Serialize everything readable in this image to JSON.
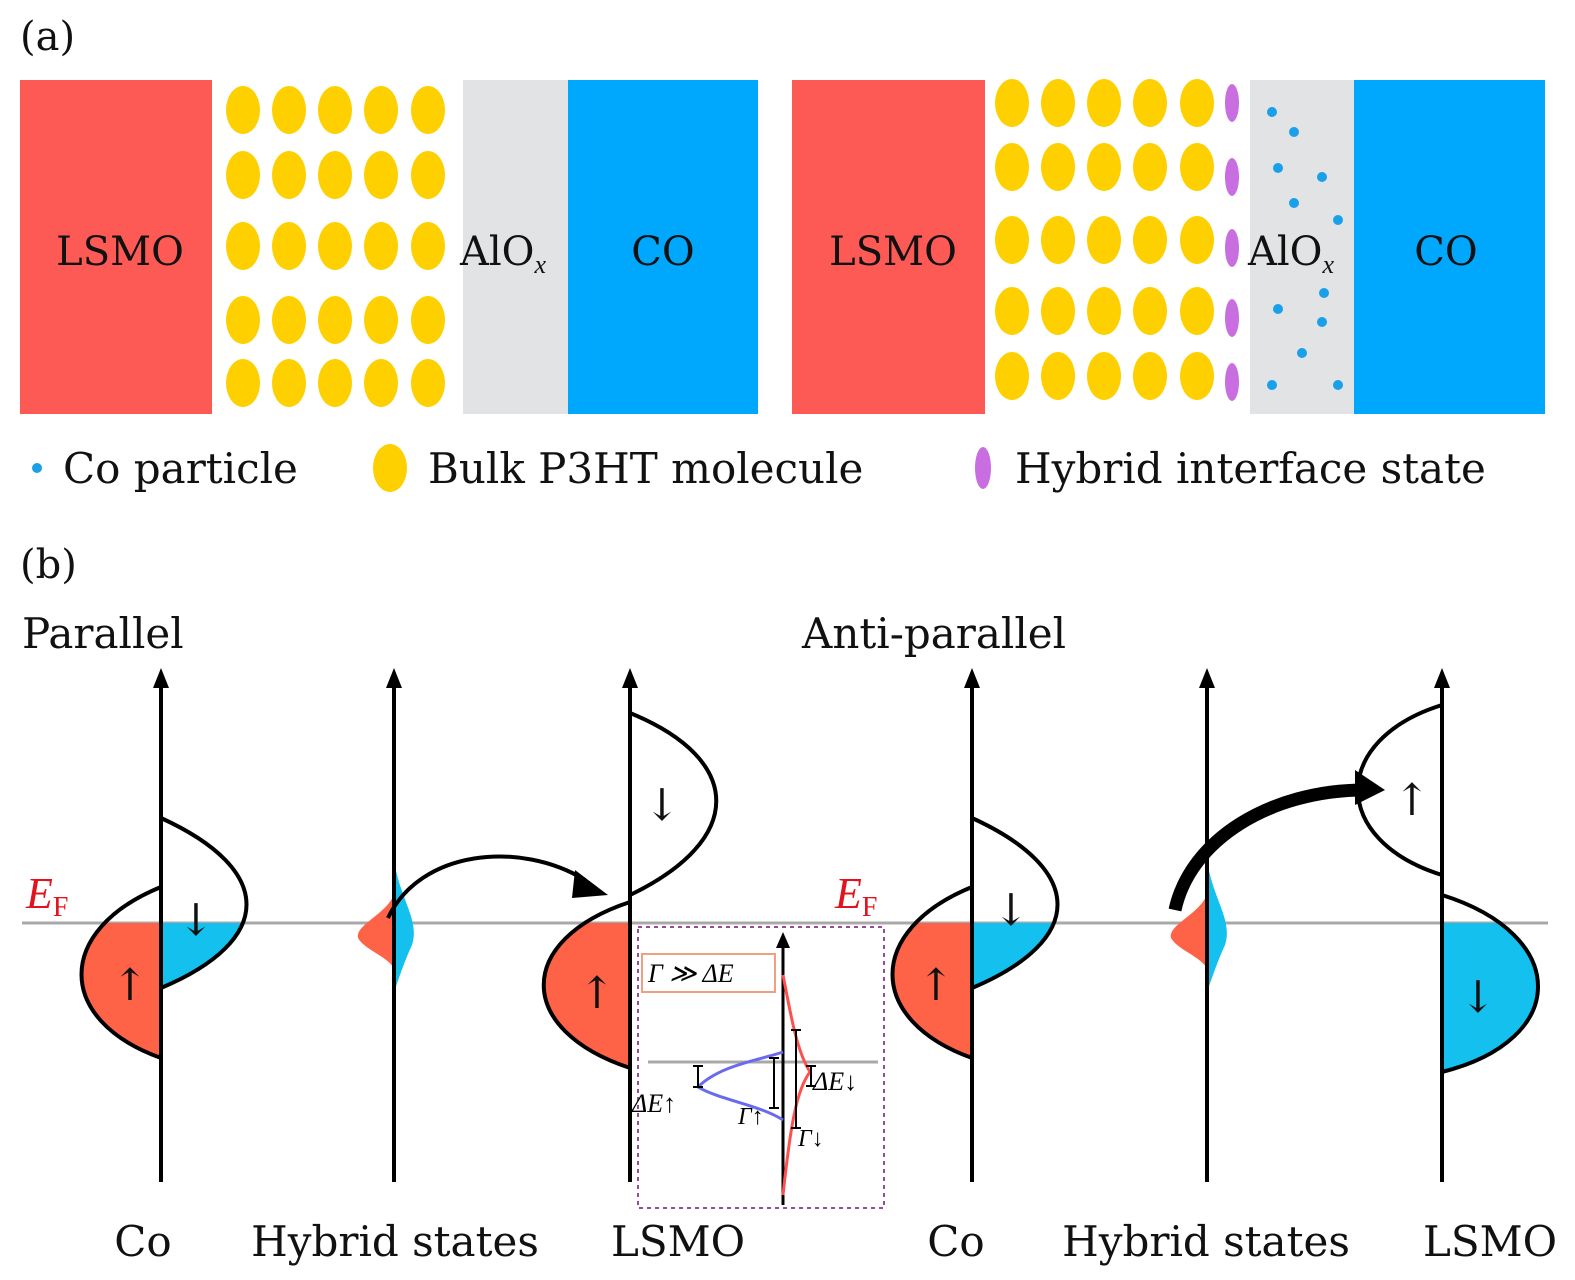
{
  "panel_a": {
    "label": "(a)",
    "left": {
      "lsmo": "LSMO",
      "alox": "AlO",
      "alox_sub": "x",
      "co": "CO"
    },
    "right": {
      "lsmo": "LSMO",
      "alox": "AlO",
      "alox_sub": "x",
      "co": "CO"
    },
    "legend": [
      "Co particle",
      "Bulk P3HT molecule",
      "Hybrid interface state"
    ],
    "colors": {
      "lsmo": "#fe5a55",
      "p3ht": "#ffd000",
      "alox": "#e2e3e5",
      "co": "#00a8fd",
      "hybrid": "#c86ee0",
      "particle": "#1aa0e8"
    }
  },
  "panel_b": {
    "label": "(b)",
    "parallel_title": "Parallel",
    "antiparallel_title": "Anti-parallel",
    "ef": "E",
    "ef_sub": "F",
    "axis_labels": [
      "Co",
      "Hybrid states",
      "LSMO",
      "Co",
      "Hybrid states",
      "LSMO"
    ],
    "spin_up": "↑",
    "spin_down": "↓",
    "inset": {
      "condition": "Γ ≫ ΔE",
      "de_up": "ΔE↑",
      "gamma_up": "Γ↑",
      "de_down": "ΔE↓",
      "gamma_down": "Γ↓"
    },
    "colors": {
      "up": "#ff6347",
      "down": "#13c0ee",
      "ef": "#e0141e"
    }
  }
}
